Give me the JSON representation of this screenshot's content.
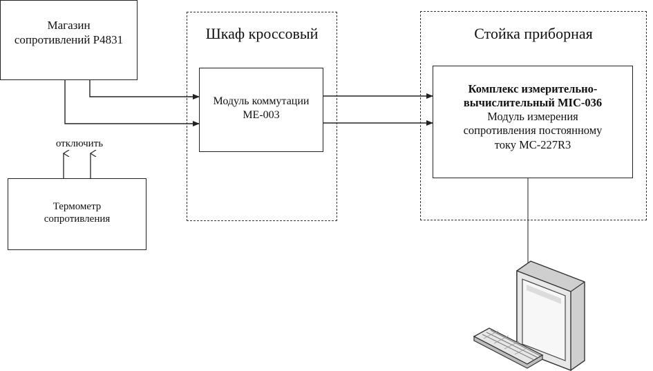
{
  "blocks": {
    "store": {
      "line1": "Магазин",
      "line2": "сопротивлений Р4831"
    },
    "thermometer": {
      "line1": "Термометр",
      "line2": "сопротивления"
    },
    "disconnect_label": "отключить",
    "cabinet": {
      "title": "Шкаф кроссовый"
    },
    "switch_module": {
      "line1": "Модуль коммутации",
      "line2": "МЕ-003"
    },
    "rack": {
      "title": "Стойка приборная"
    },
    "complex": {
      "line1": "Комплекс измерительно-",
      "line2": "вычислительный MIC-036",
      "line3": "Модуль измерения",
      "line4": "сопротивления постоянному",
      "line5": "току МС-227R3"
    }
  },
  "icons": [
    "computer-monitor-icon",
    "keyboard-icon"
  ]
}
